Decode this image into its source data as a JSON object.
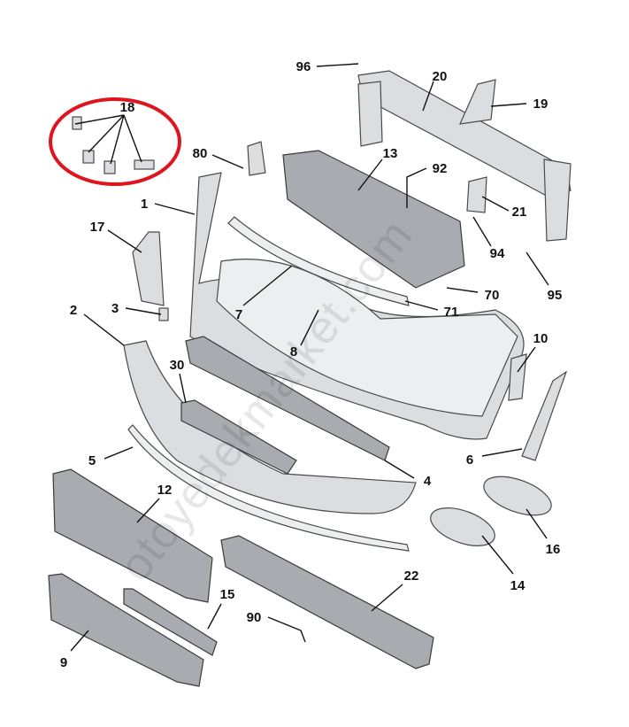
{
  "diagram": {
    "callouts": [
      "96",
      "20",
      "19",
      "18",
      "80",
      "13",
      "92",
      "1",
      "21",
      "17",
      "94",
      "70",
      "95",
      "2",
      "3",
      "7",
      "71",
      "8",
      "10",
      "30",
      "5",
      "6",
      "4",
      "12",
      "16",
      "14",
      "22",
      "15",
      "90",
      "9"
    ],
    "highlight_color": "#e0141e",
    "highlighted_callout": "18",
    "watermark": "otoyedekmarket.com"
  }
}
